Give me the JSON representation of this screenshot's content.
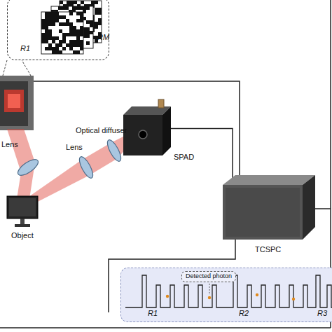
{
  "diagram": {
    "nodes": [
      {
        "text": [
          "R1",
          "RM"
        ]
      },
      {
        "text": [
          "SPAD"
        ]
      },
      {
        "text": [
          "Object"
        ]
      },
      {
        "text": [
          "TCSPC"
        ]
      },
      {
        "text": [
          "R1",
          "R2",
          "R3"
        ]
      },
      {
        "text": [
          "Detected photon"
        ],
        "in": 4
      }
    ],
    "edges": [
      {
        "from": 1,
        "to": 3,
        "arrow": "none"
      }
    ],
    "labels": [
      "Lens",
      "Lens",
      "Optical diffuser"
    ]
  }
}
